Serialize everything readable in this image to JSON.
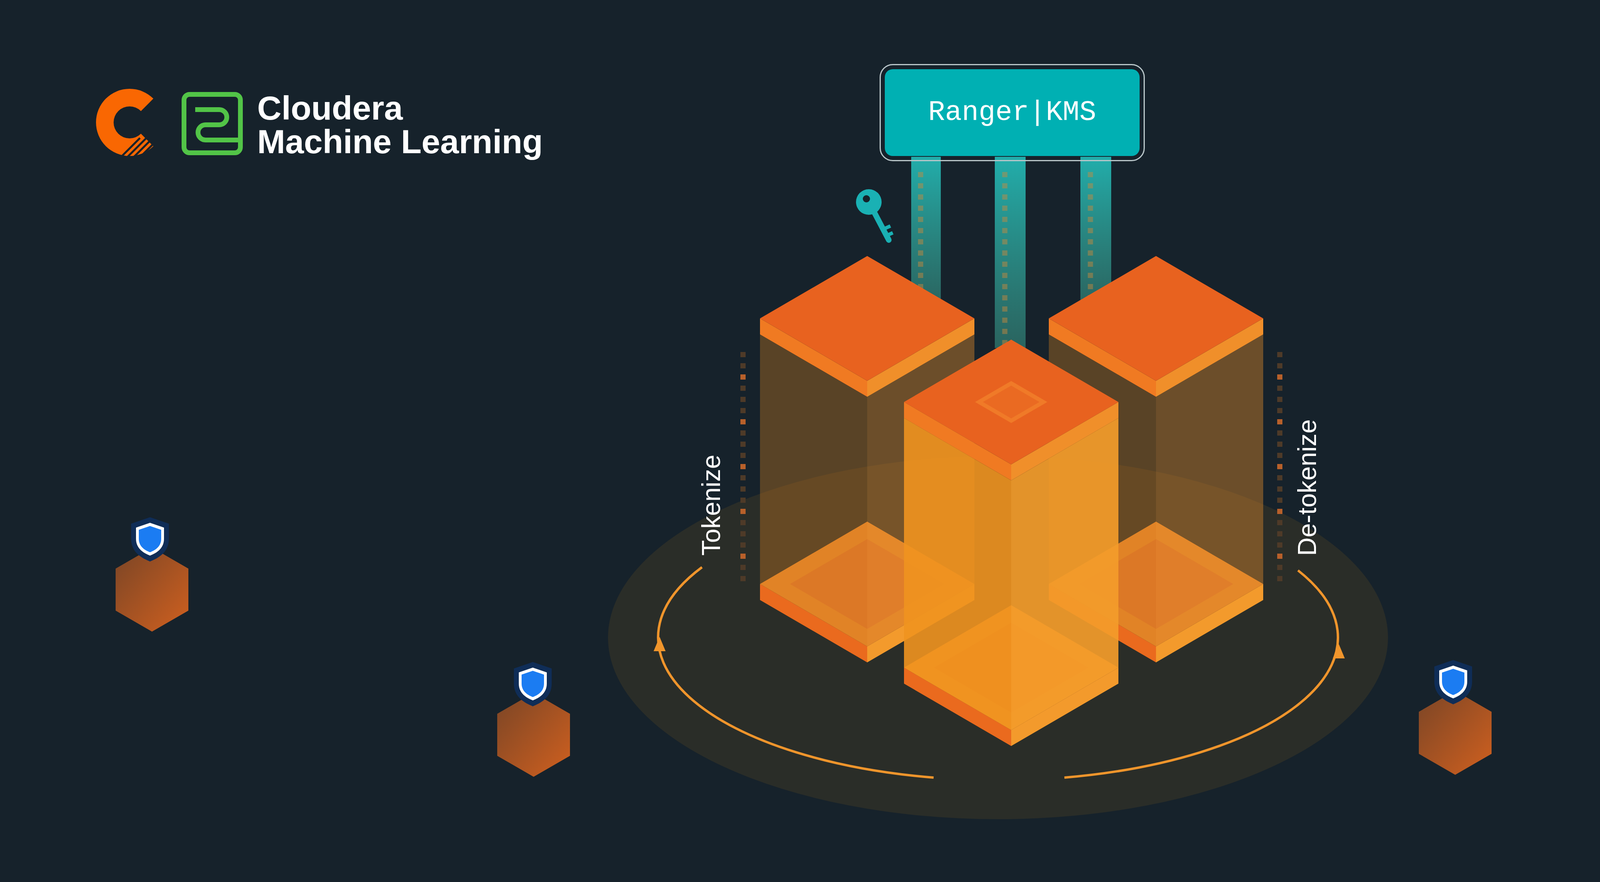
{
  "diagram": {
    "nodes": [
      {
        "text": [
          "Ranger|KMS"
        ]
      }
    ],
    "labels": [
      "Cloudera",
      "Machine Learning",
      "Tokenize",
      "De-tokenize"
    ]
  }
}
